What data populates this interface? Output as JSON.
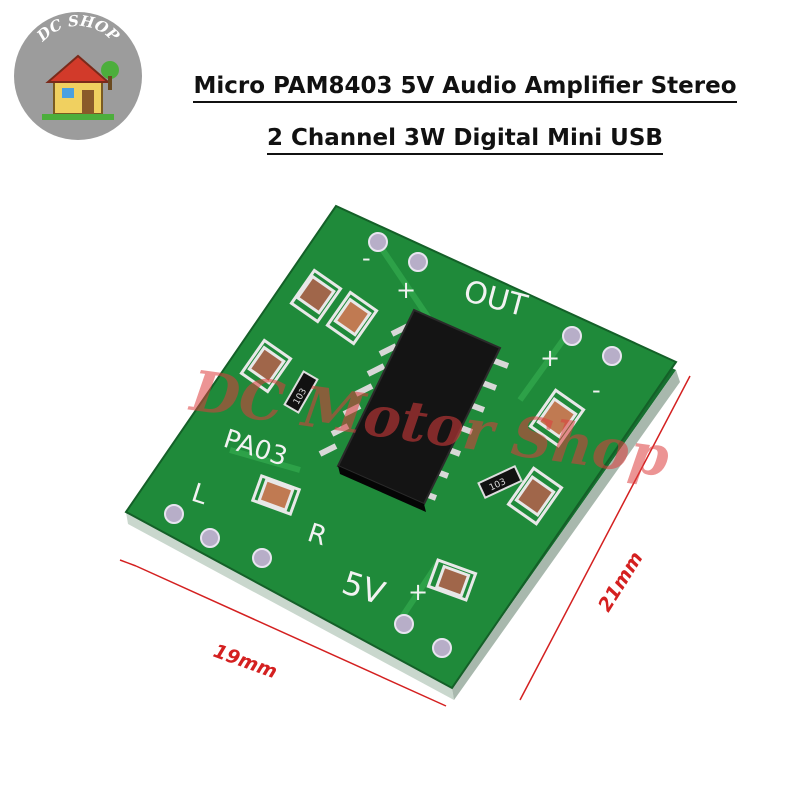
{
  "shop_logo": {
    "text": "DC SHOP"
  },
  "title": {
    "line1": "Micro PAM8403 5V Audio Amplifier Stereo",
    "line2": "2 Channel 3W Digital Mini USB"
  },
  "board": {
    "silkscreen_out": "OUT",
    "silkscreen_model": "PA03",
    "silkscreen_left": "L",
    "silkscreen_right": "R",
    "silkscreen_5v": "5V",
    "resistor_code": "103",
    "plus": "+",
    "minus": "-"
  },
  "watermark": "DC Motor Shop",
  "dimensions": {
    "width": "19mm",
    "height": "21mm"
  },
  "colors": {
    "pcb": "#1f8a3a",
    "dimension": "#d42020",
    "logo_bg": "#9c9c9c"
  }
}
